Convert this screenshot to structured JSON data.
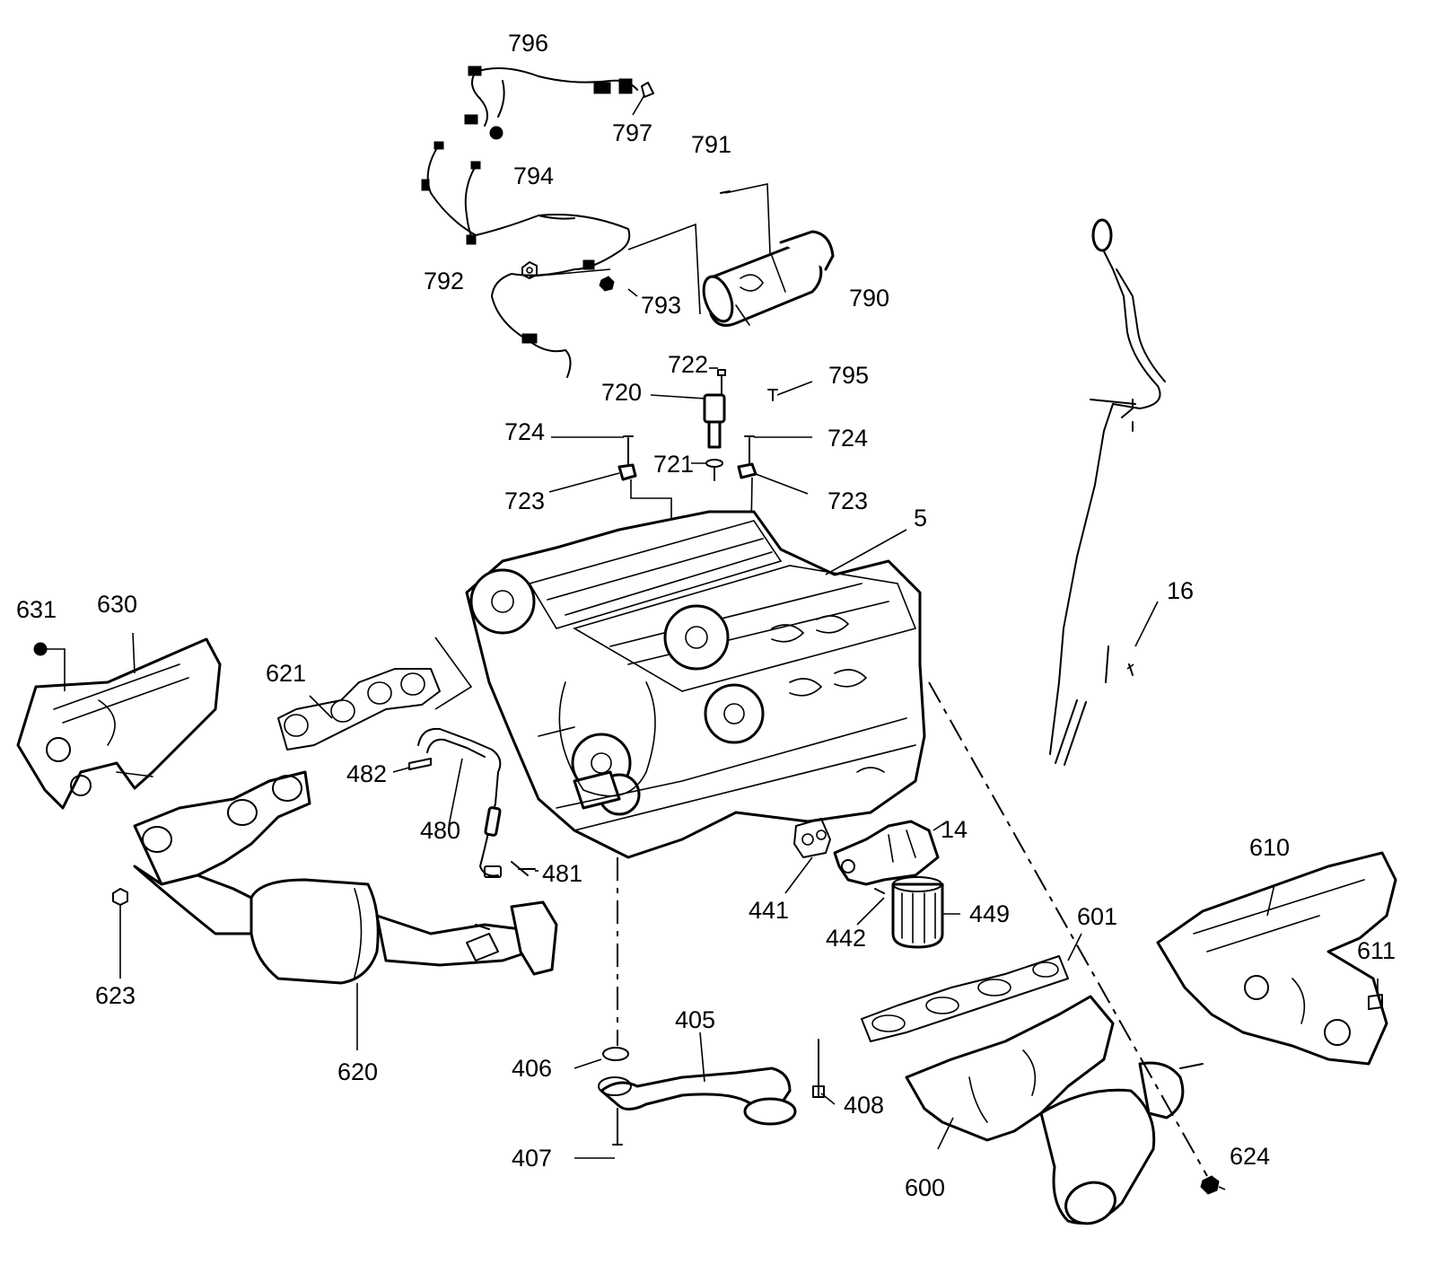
{
  "callouts": {
    "c5": "5",
    "c14": "14",
    "c16": "16",
    "c405": "405",
    "c406": "406",
    "c407": "407",
    "c408": "408",
    "c441": "441",
    "c442": "442",
    "c449": "449",
    "c480": "480",
    "c481": "481",
    "c482": "482",
    "c600": "600",
    "c601": "601",
    "c610": "610",
    "c611": "611",
    "c620": "620",
    "c621": "621",
    "c623": "623",
    "c624": "624",
    "c630": "630",
    "c631": "631",
    "c720": "720",
    "c721": "721",
    "c722": "722",
    "c723a": "723",
    "c723b": "723",
    "c724a": "724",
    "c724b": "724",
    "c790": "790",
    "c791": "791",
    "c792": "792",
    "c793": "793",
    "c794": "794",
    "c795": "795",
    "c796": "796",
    "c797": "797"
  }
}
